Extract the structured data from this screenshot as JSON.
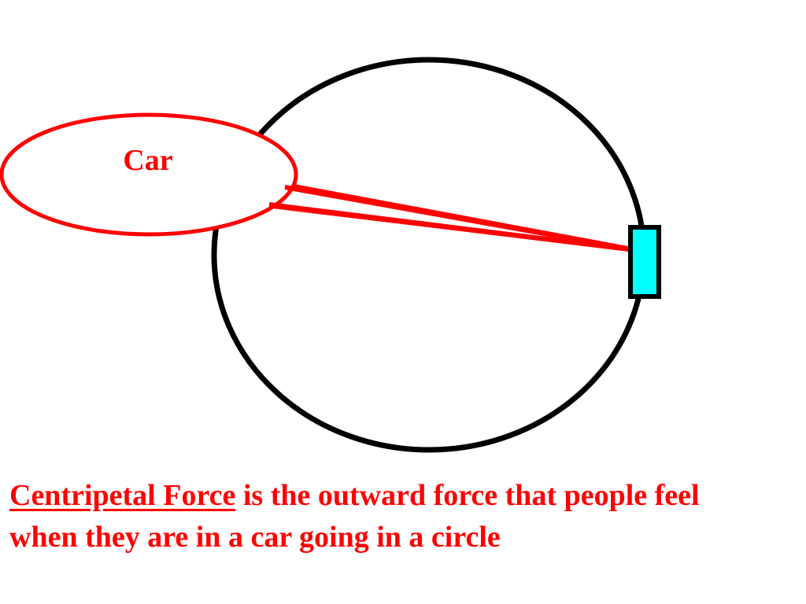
{
  "diagram": {
    "callout_label": "Car"
  },
  "caption": {
    "term": "Centripetal Force",
    "rest": " is the outward force that people feel when they are in a car going in a circle"
  },
  "colors": {
    "accent": "#ff0000",
    "track": "#000000",
    "car_fill": "#00ffff",
    "background": "#ffffff"
  }
}
